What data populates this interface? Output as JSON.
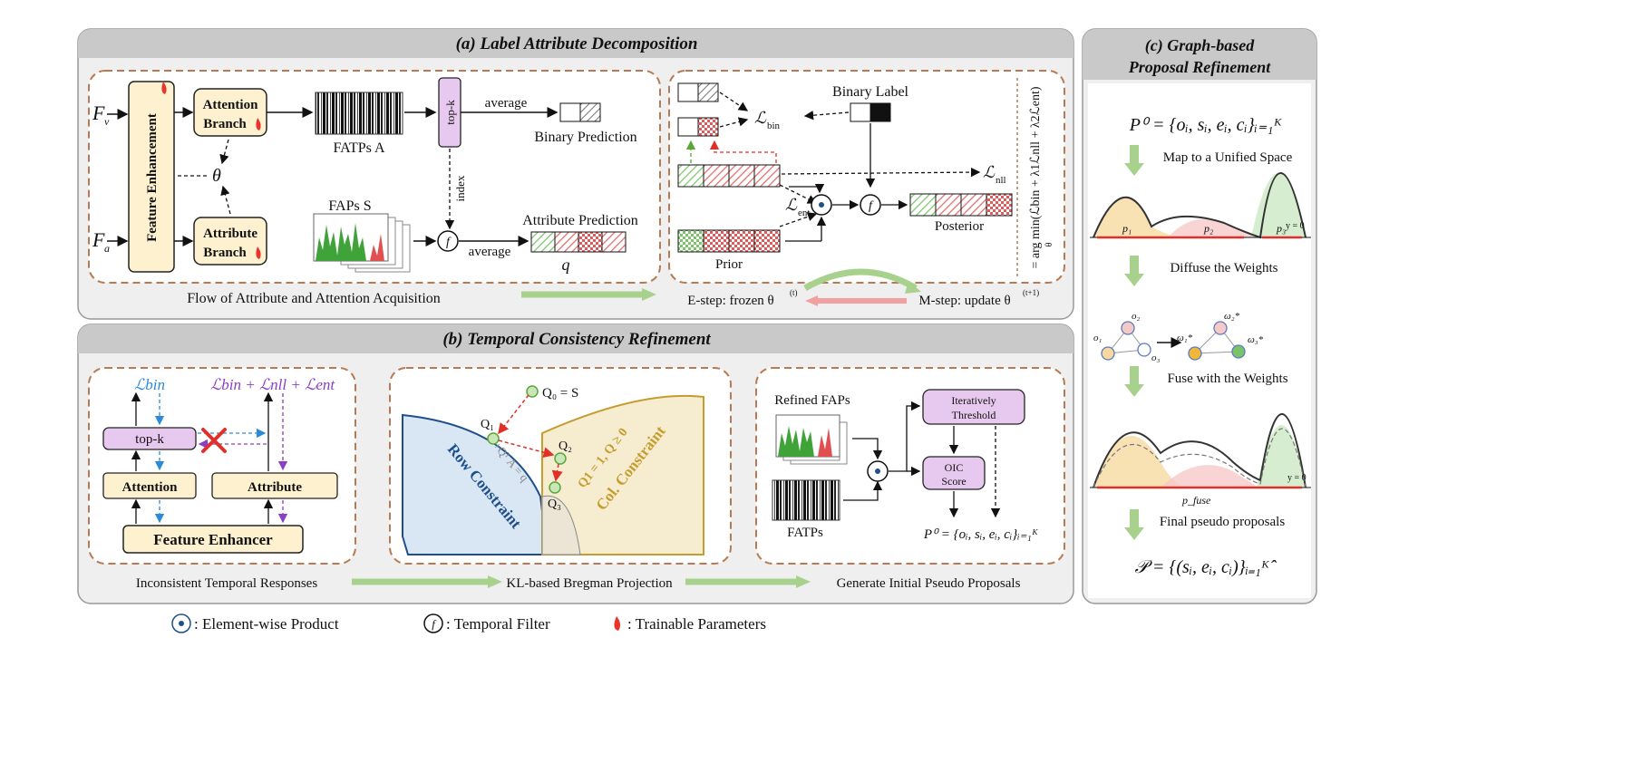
{
  "panel_a": {
    "title": "(a) Label Attribute Decomposition",
    "feature_enhancement": "Feature Enhancement",
    "input_v": "F",
    "input_v_sub": "v",
    "input_a": "F",
    "input_a_sub": "a",
    "attention_branch_1": "Attention",
    "attention_branch_2": "Branch",
    "attribute_branch_1": "Attribute",
    "attribute_branch_2": "Branch",
    "theta": "θ",
    "fatps_label": "FATPs A",
    "faps_label": "FAPs  S",
    "topk": "top-k",
    "index": "index",
    "average_top": "average",
    "average_bottom": "average",
    "binary_prediction": "Binary Prediction",
    "attribute_prediction": "Attribute Prediction",
    "q": "q",
    "filter": "f",
    "binary_label": "Binary Label",
    "loss_bin": "ℒ",
    "loss_bin_sub": "bin",
    "loss_nll": "ℒ",
    "loss_nll_sub": "nll",
    "loss_ent": "ℒ",
    "loss_ent_sub": "ent",
    "prior": "Prior",
    "posterior": "Posterior",
    "argmin": "= arg min(ℒbin + λ1ℒnll + λ2ℒent)",
    "argmin_sub": "θ",
    "flow_caption": "Flow of Attribute and Attention Acquisition",
    "estep": "E-step: frozen θ",
    "estep_sup": "(t)",
    "mstep": "M-step: update  θ",
    "mstep_sup": "(t+1)"
  },
  "panel_b": {
    "title": "(b) Temporal Consistency Refinement",
    "loss_left": "ℒbin",
    "loss_right": "ℒbin + ℒnll + ℒent",
    "topk": "top-k",
    "attention": "Attention",
    "attribute": "Attribute",
    "feature_enhancer": "Feature Enhancer",
    "q0": "Q₀ = S",
    "q1": "Q₁",
    "q2": "Q₂",
    "q3": "Q₃",
    "row_constraint": "Row Constraint",
    "row_eq": "+Qᵀ A = q",
    "col_constraint": "Col. Constraint",
    "col_eq": "Q1 = 1, Q ≥ 0",
    "refined_faps": "Refined FAPs",
    "fatps": "FATPs",
    "iter_1": "Iteratively",
    "iter_2": "Threshold",
    "oic_1": "OIC",
    "oic_2": "Score",
    "p0": "P⁰ = {oᵢ, sᵢ, eᵢ, cᵢ}ᵢ₌₁ᴷ",
    "cap1": "Inconsistent Temporal Responses",
    "cap2": "KL-based Bregman Projection",
    "cap3": "Generate Initial Pseudo Proposals"
  },
  "panel_c": {
    "title_1": "(c) Graph-based",
    "title_2": "Proposal Refinement",
    "p0": "P⁰ = {oᵢ, sᵢ, eᵢ, cᵢ}ᵢ₌₁ᴷ",
    "step1": "Map to a Unified Space",
    "step2": "Diffuse the Weights",
    "step3": "Fuse with the Weights",
    "step4": "Final pseudo proposals",
    "final": "𝒫 = {(sᵢ, eᵢ, cᵢ)}ᵢ₌₁ᴷ̂",
    "y0": "y = 0",
    "p1": "p₁",
    "p2": "p₂",
    "p3": "p₃",
    "pfuse": "p_fuse",
    "o1": "o₁",
    "o2": "o₂",
    "o3": "o₃",
    "w1": "ω₁*",
    "w2": "ω₂*",
    "w3": "ω₃*"
  },
  "legend": {
    "product": ": Element-wise Product",
    "filter": ": Temporal Filter",
    "trainable": ": Trainable Parameters"
  },
  "colors": {
    "panel_fill": "#efefef",
    "header_fill": "#c9c9c9",
    "branch_fill": "#fdf1d0",
    "purple_fill": "#e7c9ef",
    "dashed_box": "#b67b54",
    "green_arrow": "#a9d18e",
    "pink_arrow": "#f2a1a1"
  }
}
